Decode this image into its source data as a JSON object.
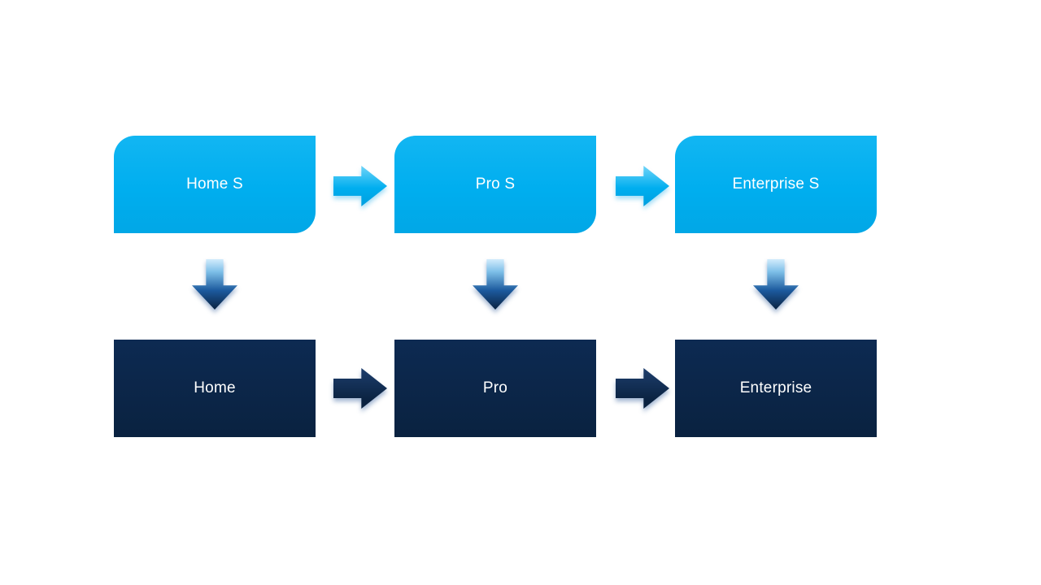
{
  "diagram": {
    "colors": {
      "light_blue": "#00AEEF",
      "dark_navy": "#0A2240",
      "text": "#FFFFFF"
    },
    "top_row": {
      "items": [
        {
          "label": "Home S"
        },
        {
          "label": "Pro S"
        },
        {
          "label": "Enterprise S"
        }
      ]
    },
    "bottom_row": {
      "items": [
        {
          "label": "Home"
        },
        {
          "label": "Pro"
        },
        {
          "label": "Enterprise"
        }
      ]
    }
  }
}
